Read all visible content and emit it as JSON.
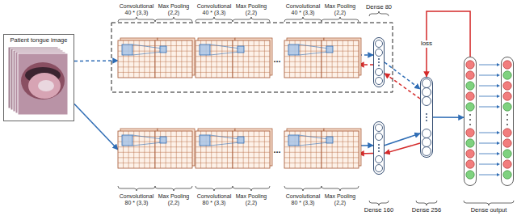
{
  "diagram": {
    "nodes": [
      {
        "text": [
          "Patient tongue image"
        ]
      },
      {
        "text": [
          "Convolutional 40 * (3,3)",
          "Max Pooling (2,2)"
        ]
      },
      {
        "text": [
          "Convolutional 40 * (3,3)",
          "Max Pooling (2,2)"
        ]
      },
      {
        "text": [
          "Convolutional 40 * (3,3)",
          "Max Pooling (2,2)"
        ]
      },
      {
        "text": [
          "Dense 80"
        ]
      },
      {
        "text": [
          "Convolutional 80 * (3,3)",
          "Max Pooling (2,2)"
        ]
      },
      {
        "text": [
          "Convolutional 80 * (3,3)",
          "Max Pooling (2,2)"
        ]
      },
      {
        "text": [
          "Convolutional 80 * (3,3)",
          "Max Pooling (2,2)"
        ]
      },
      {
        "text": [
          "Dense 160"
        ]
      },
      {
        "text": [
          "Dense 256"
        ]
      },
      {
        "text": [
          "Dense output"
        ]
      }
    ],
    "edges": [
      {
        "from": 0,
        "to": 1,
        "arrow": "to"
      },
      {
        "from": 0,
        "to": 5,
        "arrow": "to"
      },
      {
        "from": 3,
        "to": 4,
        "arrow": "to"
      },
      {
        "from": 4,
        "to": 3,
        "arrow": "to"
      },
      {
        "from": 7,
        "to": 8,
        "arrow": "to"
      },
      {
        "from": 8,
        "to": 7,
        "arrow": "to"
      },
      {
        "from": 4,
        "to": 9,
        "arrow": "to"
      },
      {
        "from": 9,
        "to": 4,
        "arrow": "to"
      },
      {
        "from": 8,
        "to": 9,
        "arrow": "to"
      },
      {
        "from": 9,
        "to": 8,
        "arrow": "to"
      },
      {
        "from": 9,
        "to": 10,
        "arrow": "to"
      },
      {
        "from": 10,
        "to": 9,
        "label": "loss",
        "arrow": "to"
      }
    ],
    "labels": [
      "...",
      "..."
    ]
  }
}
